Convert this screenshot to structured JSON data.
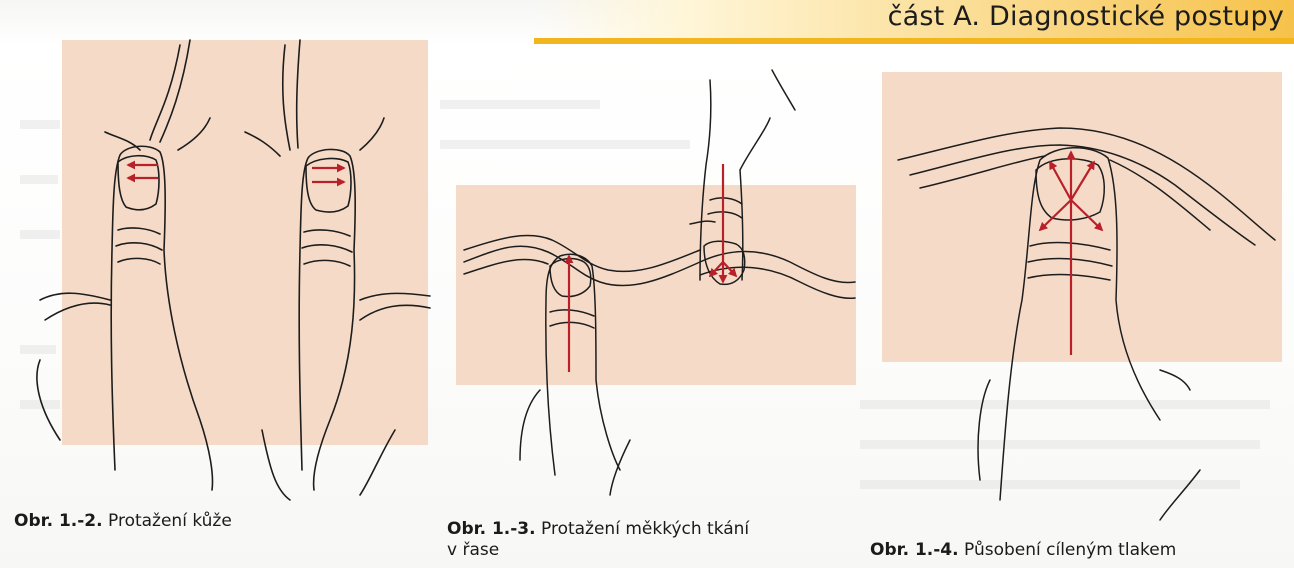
{
  "page": {
    "header": "část A. Diagnostické postupy"
  },
  "figures": [
    {
      "number": "Obr. 1.-2.",
      "caption": "Protažení kůže"
    },
    {
      "number": "Obr. 1.-3.",
      "caption_line1": "Protažení měkkých tkání",
      "caption_line2": "v řase"
    },
    {
      "number": "Obr. 1.-4.",
      "caption": "Působení cíleným tlakem"
    }
  ],
  "colors": {
    "skin_panel": "#f5dbc7",
    "arrow_red": "#b8202a",
    "ink": "#1d1d1d",
    "header_accent": "#f3b51e"
  }
}
